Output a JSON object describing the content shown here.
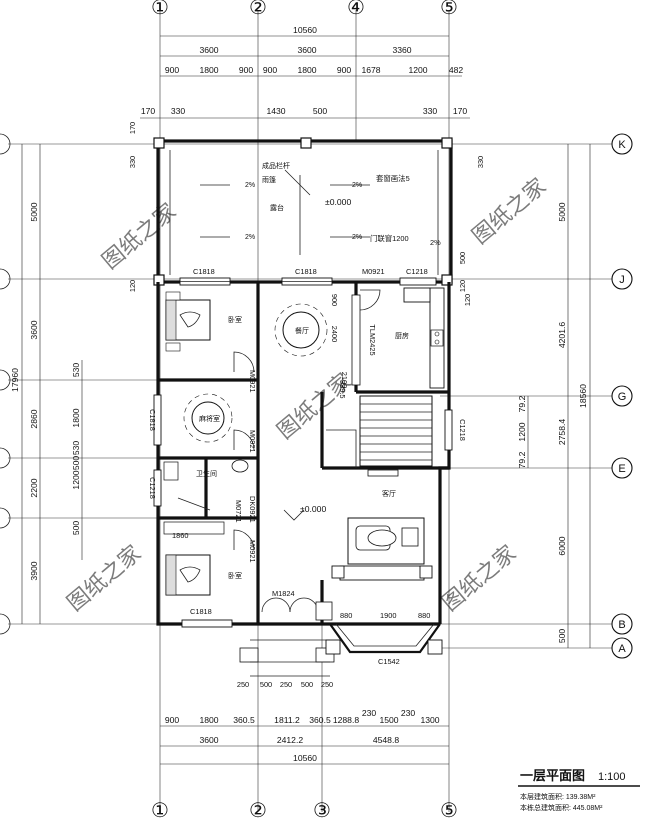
{
  "axes": {
    "columns_top": [
      "①",
      "②",
      "④",
      "⑤"
    ],
    "columns_bottom": [
      "①",
      "②",
      "③",
      "⑤"
    ],
    "rows_right": [
      "K",
      "J",
      "G",
      "E",
      "B",
      "A"
    ]
  },
  "dims_top": {
    "total": "10560",
    "row2": [
      "3600",
      "3600",
      "3360"
    ],
    "row3": [
      "900",
      "1800",
      "900",
      "900",
      "1800",
      "900",
      "1678",
      "1200",
      "482"
    ],
    "extra": [
      "170",
      "330",
      "1430",
      "500",
      "330",
      "170"
    ]
  },
  "dims_bottom": {
    "row1": [
      "900",
      "1800",
      "360.5",
      "1811.2",
      "360.5",
      "1288.8",
      "230",
      "1500",
      "230",
      "1300"
    ],
    "row2": [
      "3600",
      "2412.2",
      "4548.8"
    ],
    "total": "10560",
    "small": [
      "250",
      "500",
      "250",
      "500",
      "250"
    ]
  },
  "dims_left": {
    "total": "17960",
    "row2": [
      "5000",
      "3600",
      "2860",
      "2200",
      "3900"
    ],
    "row3": [
      "530",
      "1800",
      "530",
      "1200",
      "500",
      "500"
    ],
    "small": [
      "170",
      "330",
      "120"
    ]
  },
  "dims_right": {
    "total": "18560",
    "row2": [
      "5000",
      "4201.6",
      "2758.4",
      "6000",
      "500"
    ],
    "row3": [
      "79.2",
      "1200",
      "79.2"
    ],
    "small": [
      "330",
      "120",
      "500",
      "120"
    ]
  },
  "labels": {
    "C1818_a": "C1818",
    "C1818_b": "C1818",
    "C1218": "C1218",
    "M0921_top": "M0921",
    "door_window": "门联窗1200",
    "door_note": "套窗画法5",
    "slope": "2%",
    "elev_top": "±0.000",
    "elev_mid": "±0.000",
    "TLM": "TLM2425",
    "M0921_a": "M0921",
    "M0921_b": "M0921",
    "M0921_c": "M0921",
    "M0721": "M0721",
    "DK0921": "DK0921",
    "C1818_side": "C1818",
    "C1218_side": "C1218",
    "C1218_right": "C1218",
    "M1824": "M1824",
    "C1818_bottom": "C1818",
    "C1542": "C1542",
    "dim_2400": "2400",
    "dim_2100": "2100",
    "dim_900": "900",
    "dim_880a": "880",
    "dim_1900": "1900",
    "dim_880b": "880",
    "dim_2500": "2500",
    "dim_1860": "1860",
    "dim_1200b": "1200",
    "dim_3390": "339.5"
  },
  "rooms": {
    "terrace": "露台",
    "bedroom1": "卧室",
    "dining": "餐厅",
    "kitchen": "厨房",
    "mahjong": "麻将室",
    "toilet": "卫生间",
    "bedroom2": "卧室",
    "living": "客厅",
    "veranda_note": "成品栏杆",
    "hall_note": "雨篷"
  },
  "watermark": "图纸之家",
  "title": {
    "main": "一层平面图",
    "scale": "1:100",
    "note1": "本层建筑面积: 139.38M²",
    "note2": "本栋总建筑面积: 445.08M²"
  }
}
